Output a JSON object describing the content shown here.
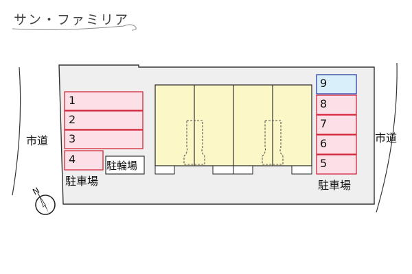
{
  "title": "サン・ファミリア",
  "roads": {
    "left": "市道",
    "right": "市道"
  },
  "parking_left": {
    "label": "駐車場",
    "spaces": [
      "1",
      "2",
      "3",
      "4"
    ]
  },
  "parking_right": {
    "label": "駐車場",
    "spaces": [
      "9",
      "8",
      "7",
      "6",
      "5"
    ]
  },
  "bicycle_parking": "駐輪場",
  "compass": "N",
  "colors": {
    "lot": "#efefef",
    "parking_fill": "#fbe0e7",
    "parking_stroke": "#d6253a",
    "highlight_fill": "#d9f0fb",
    "highlight_stroke": "#2f3fa8",
    "building_fill": "#fbf7c6",
    "outline": "#333333"
  }
}
